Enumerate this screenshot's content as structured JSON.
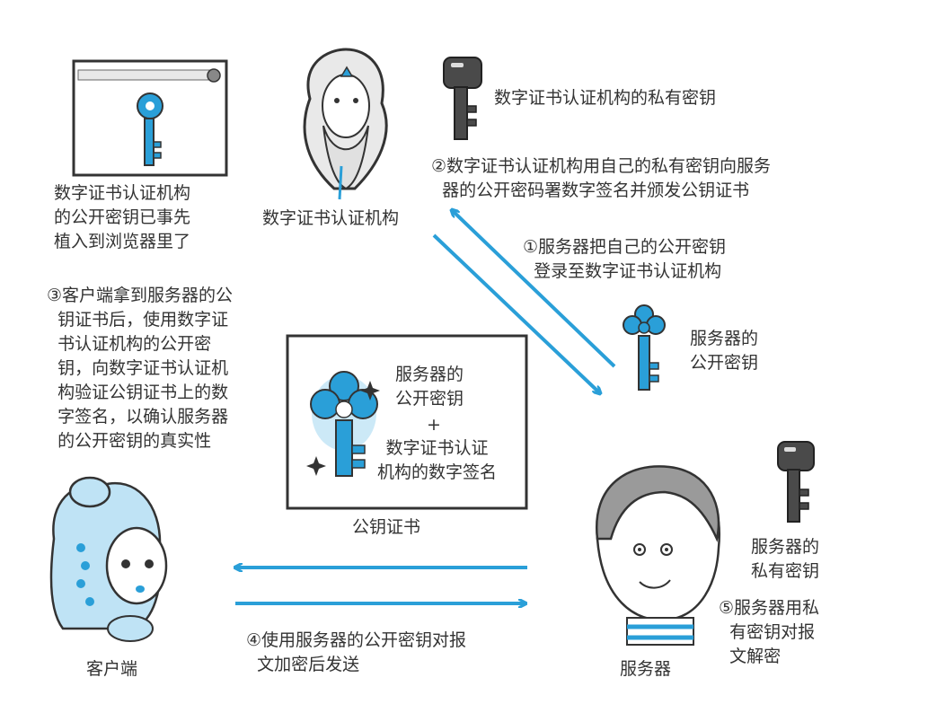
{
  "ca_label": "数字证书认证机构",
  "ca_private_key_label": "数字证书认证机构的私有密钥",
  "browser_note": "数字证书认证机构\n的公开密钥已事先\n植入到浏览器里了",
  "step1": "①服务器把自己的公开密钥\n  登录至数字证书认证机构",
  "step2": "②数字证书认证机构用自己的私有密钥向服务\n  器的公开密码署数字签名并颁发公钥证书",
  "step3": "③客户端拿到服务器的公\n  钥证书后，使用数字证\n  书认证机构的公开密\n  钥，向数字证书认证机\n  构验证公钥证书上的数\n  字签名，以确认服务器\n  的公开密钥的真实性",
  "step4": "④使用服务器的公开密钥对报\n  文加密后发送",
  "step5": "⑤服务器用私\n  有密钥对报\n  文解密",
  "server_public_key_label": "服务器的\n公开密钥",
  "server_private_key_label": "服务器的\n私有密钥",
  "certificate": {
    "line1": "服务器的\n公开密钥",
    "plus": "+",
    "line2": "数字证书认证\n机构的数字签名",
    "caption": "公钥证书"
  },
  "client_label": "客户端",
  "server_label": "服务器",
  "colors": {
    "blue": "#2a9fd8",
    "dark_key": "#4a4a4a",
    "text": "#333333"
  }
}
